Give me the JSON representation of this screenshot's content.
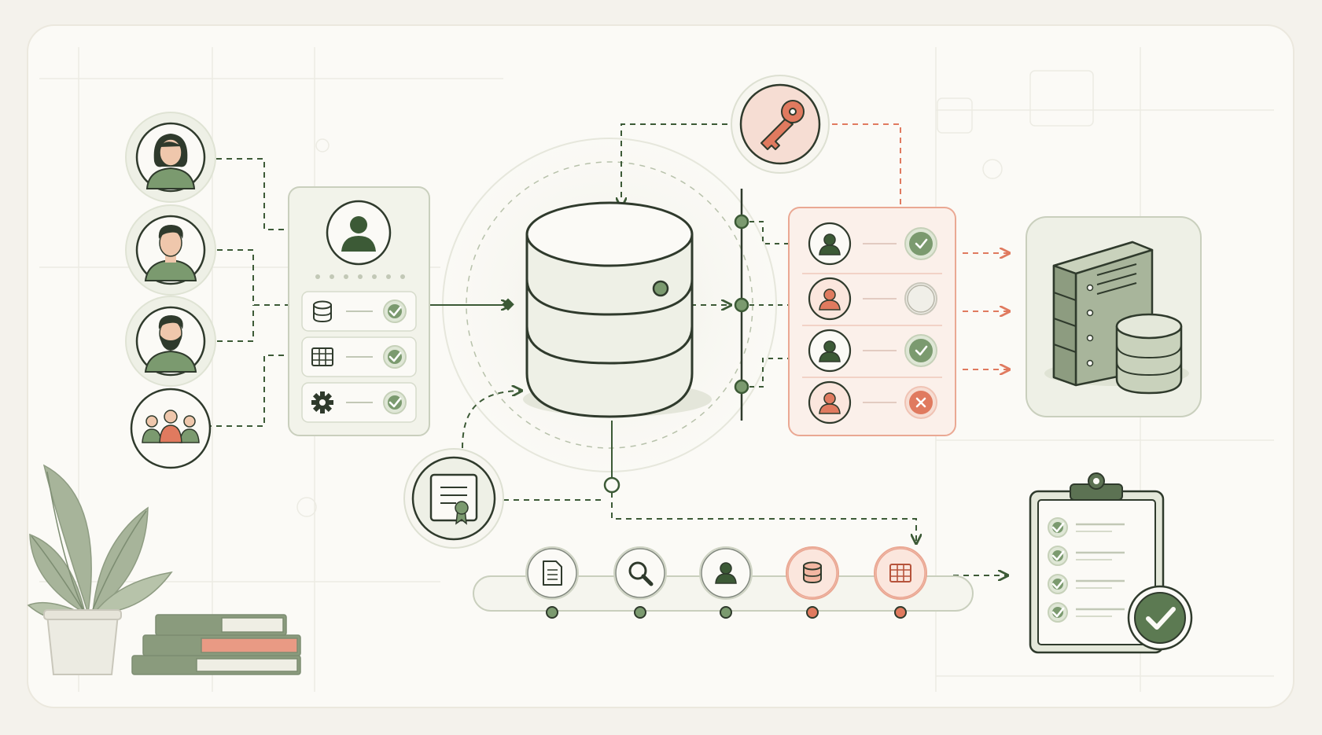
{
  "colors": {
    "background": "#f4f2ec",
    "card": "#fbfaf6",
    "green_dark": "#3c5a36",
    "green_mid": "#7b9a6f",
    "green_light": "#dfe7d6",
    "coral": "#e07a5f",
    "coral_light": "#f6ddd3",
    "outline": "#2f3a2c",
    "book_cream": "#efeee4"
  },
  "users": [
    {
      "icon": "woman-avatar-icon"
    },
    {
      "icon": "man-avatar-icon"
    },
    {
      "icon": "bearded-man-avatar-icon"
    },
    {
      "icon": "group-avatar-icon"
    }
  ],
  "profile_card": {
    "avatar_icon": "user-icon",
    "rows": [
      {
        "icon": "database-icon",
        "status": "approved"
      },
      {
        "icon": "table-icon",
        "status": "approved"
      },
      {
        "icon": "gear-icon",
        "status": "approved"
      }
    ]
  },
  "central_database": {
    "icon": "database-icon"
  },
  "access_key": {
    "icon": "key-icon"
  },
  "permission_list": {
    "rows": [
      {
        "role_color": "green",
        "status": "granted"
      },
      {
        "role_color": "coral",
        "status": "pending"
      },
      {
        "role_color": "green",
        "status": "granted"
      },
      {
        "role_color": "coral",
        "status": "denied"
      }
    ]
  },
  "server": {
    "icon": "server-with-database-icon"
  },
  "policy_certificate": {
    "icon": "certificate-icon"
  },
  "pipeline": {
    "steps": [
      {
        "icon": "document-icon",
        "color": "green"
      },
      {
        "icon": "search-icon",
        "color": "green"
      },
      {
        "icon": "user-icon",
        "color": "green"
      },
      {
        "icon": "database-icon",
        "color": "coral"
      },
      {
        "icon": "table-icon",
        "color": "coral"
      }
    ]
  },
  "checklist": {
    "items": 4,
    "completed": 4,
    "badge_icon": "checkmark-icon"
  },
  "decor": {
    "plant": "potted-plant-icon",
    "books": "book-stack-icon"
  }
}
